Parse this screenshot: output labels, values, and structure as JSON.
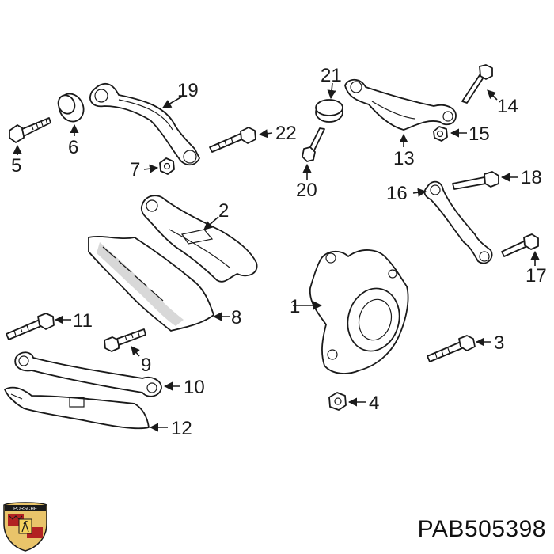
{
  "diagram": {
    "callouts": [
      {
        "n": "1"
      },
      {
        "n": "2"
      },
      {
        "n": "3"
      },
      {
        "n": "4"
      },
      {
        "n": "5"
      },
      {
        "n": "6"
      },
      {
        "n": "7"
      },
      {
        "n": "8"
      },
      {
        "n": "9"
      },
      {
        "n": "10"
      },
      {
        "n": "11"
      },
      {
        "n": "12"
      },
      {
        "n": "13"
      },
      {
        "n": "14"
      },
      {
        "n": "15"
      },
      {
        "n": "16"
      },
      {
        "n": "17"
      },
      {
        "n": "18"
      },
      {
        "n": "19"
      },
      {
        "n": "20"
      },
      {
        "n": "21"
      },
      {
        "n": "22"
      }
    ]
  },
  "footer": {
    "part_number": "PAB505398",
    "logo": "porsche-crest-logo",
    "logo_text": "PORSCHE"
  },
  "colors": {
    "line": "#1a1a1a",
    "background": "#ffffff"
  }
}
